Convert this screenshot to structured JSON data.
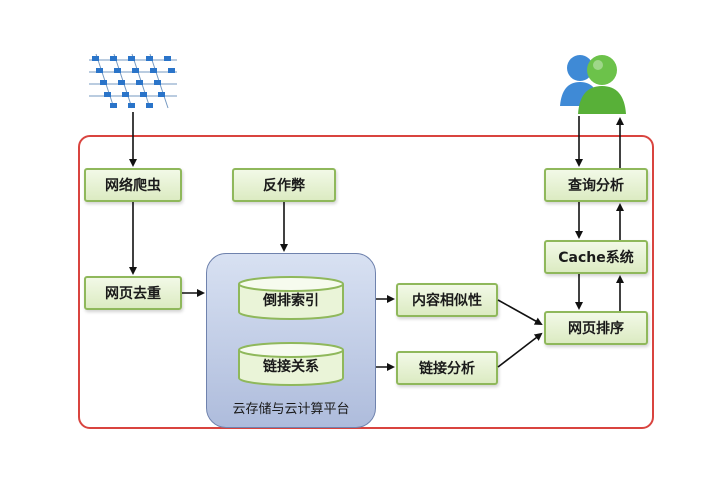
{
  "crawler": "网络爬虫",
  "dedup": "网页去重",
  "anti_spam": "反作弊",
  "inverted_index": "倒排索引",
  "link_relation": "链接关系",
  "platform": "云存储与云计算平台",
  "content_similarity": "内容相似性",
  "link_analysis": "链接分析",
  "query_analysis": "查询分析",
  "cache": "Cache系统",
  "ranking": "网页排序",
  "icons": {
    "network": "network-icon",
    "users": "users-icon"
  },
  "colors": {
    "frame": "#d9443f",
    "box_border": "#8fb85b",
    "platform_fill": "#c3cfe8"
  }
}
